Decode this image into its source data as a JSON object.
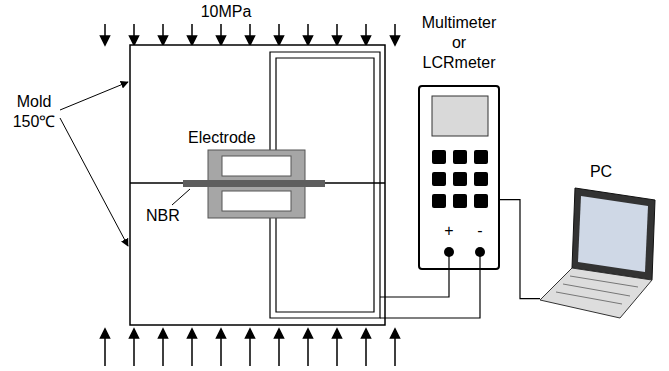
{
  "diagram": {
    "nodes": [
      {
        "text": [
          "Multimeter or LCRmeter"
        ]
      },
      {
        "text": [
          "PC"
        ]
      }
    ],
    "edges": [
      {
        "from": 0,
        "to": 1,
        "arrow": "none"
      }
    ],
    "labels": [
      "10MPa",
      "Mold 150℃",
      "Electrode",
      "NBR",
      "+",
      "-"
    ]
  }
}
